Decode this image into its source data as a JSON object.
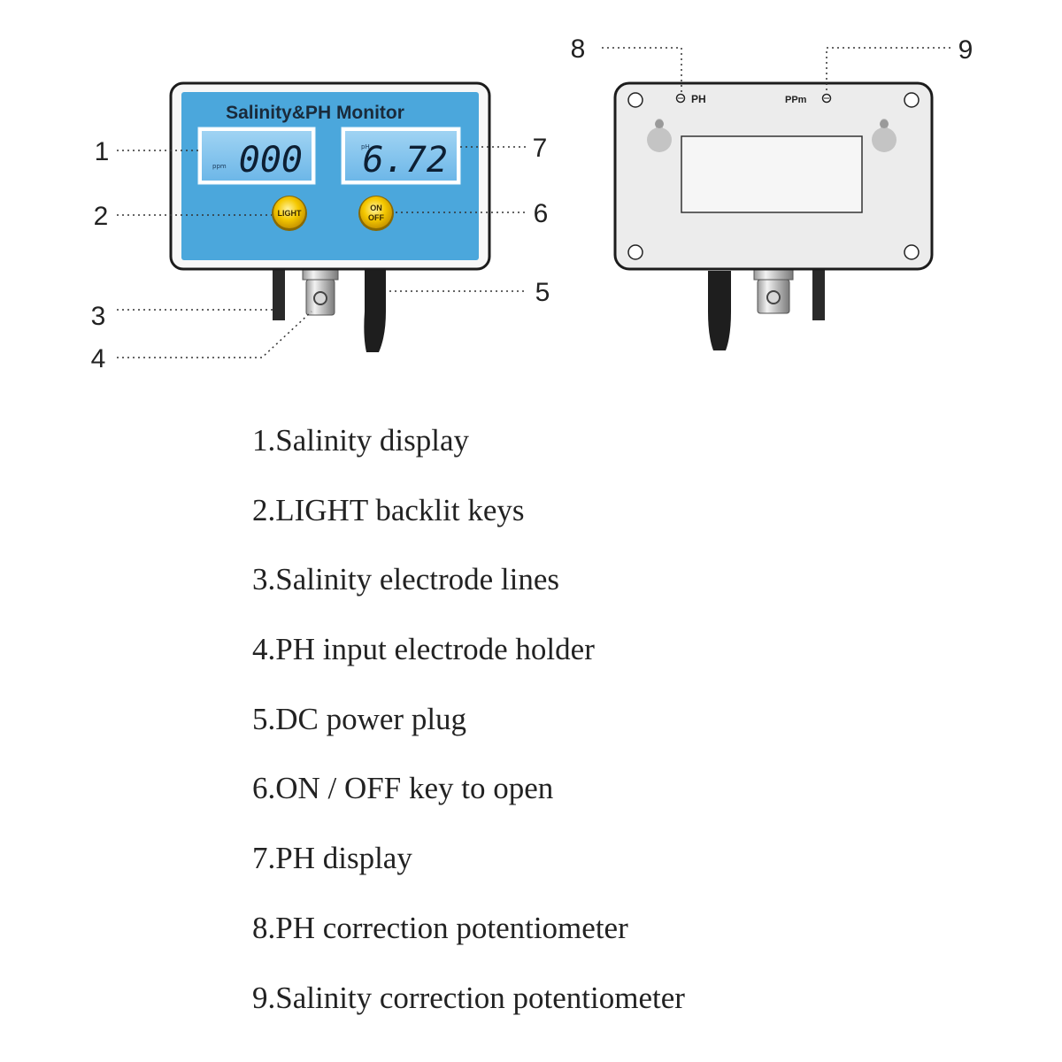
{
  "front_panel": {
    "title": "Salinity&PH Monitor",
    "salinity_display": {
      "unit": "ppm",
      "value": "000"
    },
    "ph_display": {
      "unit": "pH",
      "value": "6.72"
    },
    "light_button": "LIGHT",
    "power_button": {
      "line1": "ON",
      "line2": "OFF"
    }
  },
  "back_panel": {
    "ph_pot_label": "PH",
    "ppm_pot_label": "PPm"
  },
  "callouts": [
    "1",
    "2",
    "3",
    "4",
    "5",
    "6",
    "7",
    "8",
    "9"
  ],
  "legend": [
    "1.Salinity display",
    "2.LIGHT backlit keys",
    "3.Salinity electrode lines",
    "4.PH input electrode holder",
    "5.DC power plug",
    "6.ON / OFF key to open",
    "7.PH display",
    "8.PH correction potentiometer",
    "9.Salinity correction potentiometer"
  ],
  "colors": {
    "panel_blue": "#4ba7dc",
    "lcd_blue": "#7fc3ee",
    "button_yellow": "#f2c500",
    "casing_back": "#ececec"
  }
}
